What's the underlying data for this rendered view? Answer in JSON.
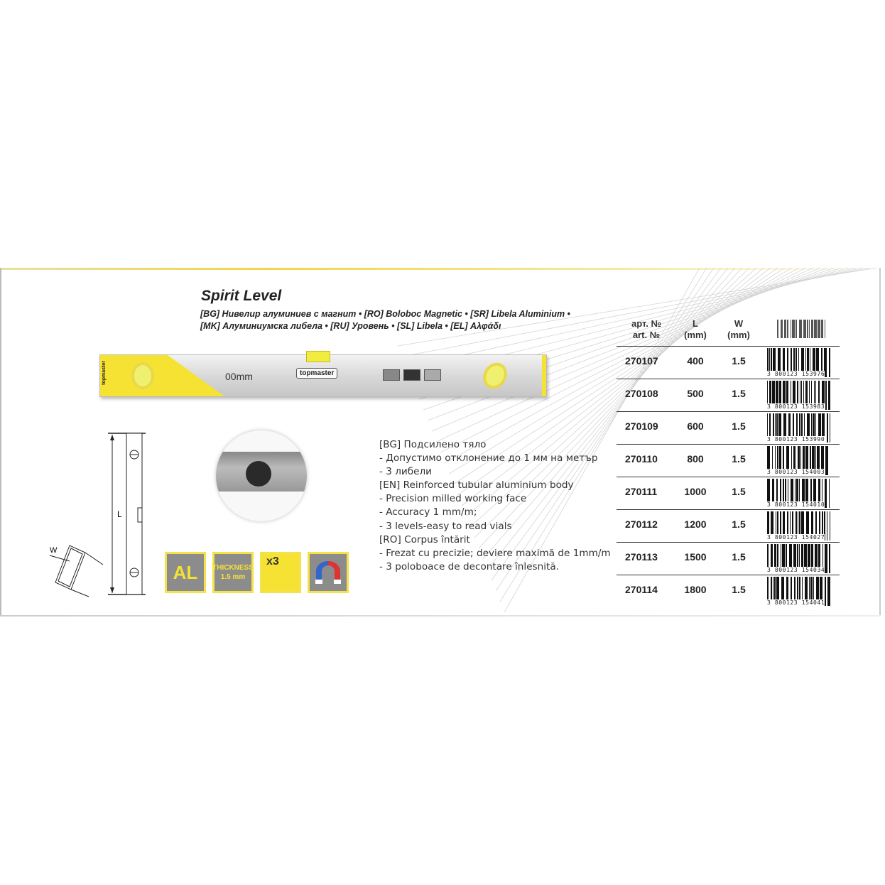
{
  "product": {
    "title": "Spirit Level",
    "subtitle_line1": "[BG] Нивелир алуминиев с магнит • [RO] Boloboc Magnetic • [SR] Libela Aluminium •",
    "subtitle_line2": "[MK] Алуминиумска либела • [RU] Уровень • [SL] Libela • [EL] Αλφάδι"
  },
  "level_image": {
    "brand": "topmaster",
    "size_label": "00mm",
    "side_text": "topmaster"
  },
  "drawing": {
    "length_label": "L",
    "width_label": "W"
  },
  "badges": [
    {
      "label": "AL",
      "icon": "aluminium-badge"
    },
    {
      "label": "THICKNESS 1.5 mm",
      "icon": "thickness-badge"
    },
    {
      "label": "x3",
      "icon": "three-vials-badge"
    },
    {
      "label": "",
      "icon": "magnet-badge"
    }
  ],
  "description": [
    "[BG] Подсилено тяло",
    "- Допустимо отклонение до 1 мм на метър",
    "- 3 либели",
    "[EN] Reinforced tubular aluminium body",
    "- Precision milled working face",
    "- Accuracy 1 mm/m;",
    "- 3 levels-easy to read vials",
    "[RO] Corpus întărit",
    "- Frezat cu precizie; deviere maximă de 1mm/m",
    "- 3 poloboace de decontare înlesnită."
  ],
  "table": {
    "headers": {
      "art_bg": "арт. №",
      "art": "art. №",
      "l": "L",
      "l_unit": "(mm)",
      "w": "W",
      "w_unit": "(mm)"
    },
    "rows": [
      {
        "art": "270107",
        "l": "400",
        "w": "1.5",
        "barcode": "3 800123 153976"
      },
      {
        "art": "270108",
        "l": "500",
        "w": "1.5",
        "barcode": "3 800123 153983"
      },
      {
        "art": "270109",
        "l": "600",
        "w": "1.5",
        "barcode": "3 800123 153990"
      },
      {
        "art": "270110",
        "l": "800",
        "w": "1.5",
        "barcode": "3 800123 154003"
      },
      {
        "art": "270111",
        "l": "1000",
        "w": "1.5",
        "barcode": "3 800123 154010"
      },
      {
        "art": "270112",
        "l": "1200",
        "w": "1.5",
        "barcode": "3 800123 154027"
      },
      {
        "art": "270113",
        "l": "1500",
        "w": "1.5",
        "barcode": "3 800123 154034"
      },
      {
        "art": "270114",
        "l": "1800",
        "w": "1.5",
        "barcode": "3 800123 154041"
      }
    ]
  },
  "colors": {
    "accent_yellow": "#f5e233",
    "badge_gray": "#8c8c8c",
    "text": "#222222"
  }
}
